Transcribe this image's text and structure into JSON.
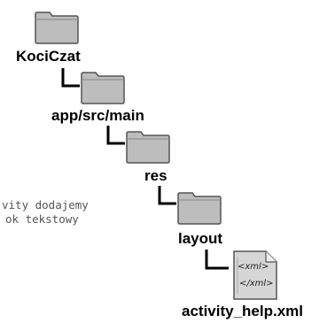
{
  "tree": {
    "root": {
      "label": "KociCzat",
      "icon": "folder-icon"
    },
    "level1": {
      "label": "app/src/main",
      "icon": "folder-icon"
    },
    "level2": {
      "label": "res",
      "icon": "folder-icon"
    },
    "level3": {
      "label": "layout",
      "icon": "folder-icon"
    },
    "file": {
      "label": "activity_help.xml",
      "icon": "xml-file-icon",
      "tag_open": "<xml>",
      "tag_close": "</xml>"
    }
  },
  "annotation": {
    "line1": "vity dodajemy",
    "line2": "ok tekstowy"
  },
  "colors": {
    "folder_fill": "#bdbdbd",
    "folder_stroke": "#555555",
    "connector": "#000000"
  }
}
